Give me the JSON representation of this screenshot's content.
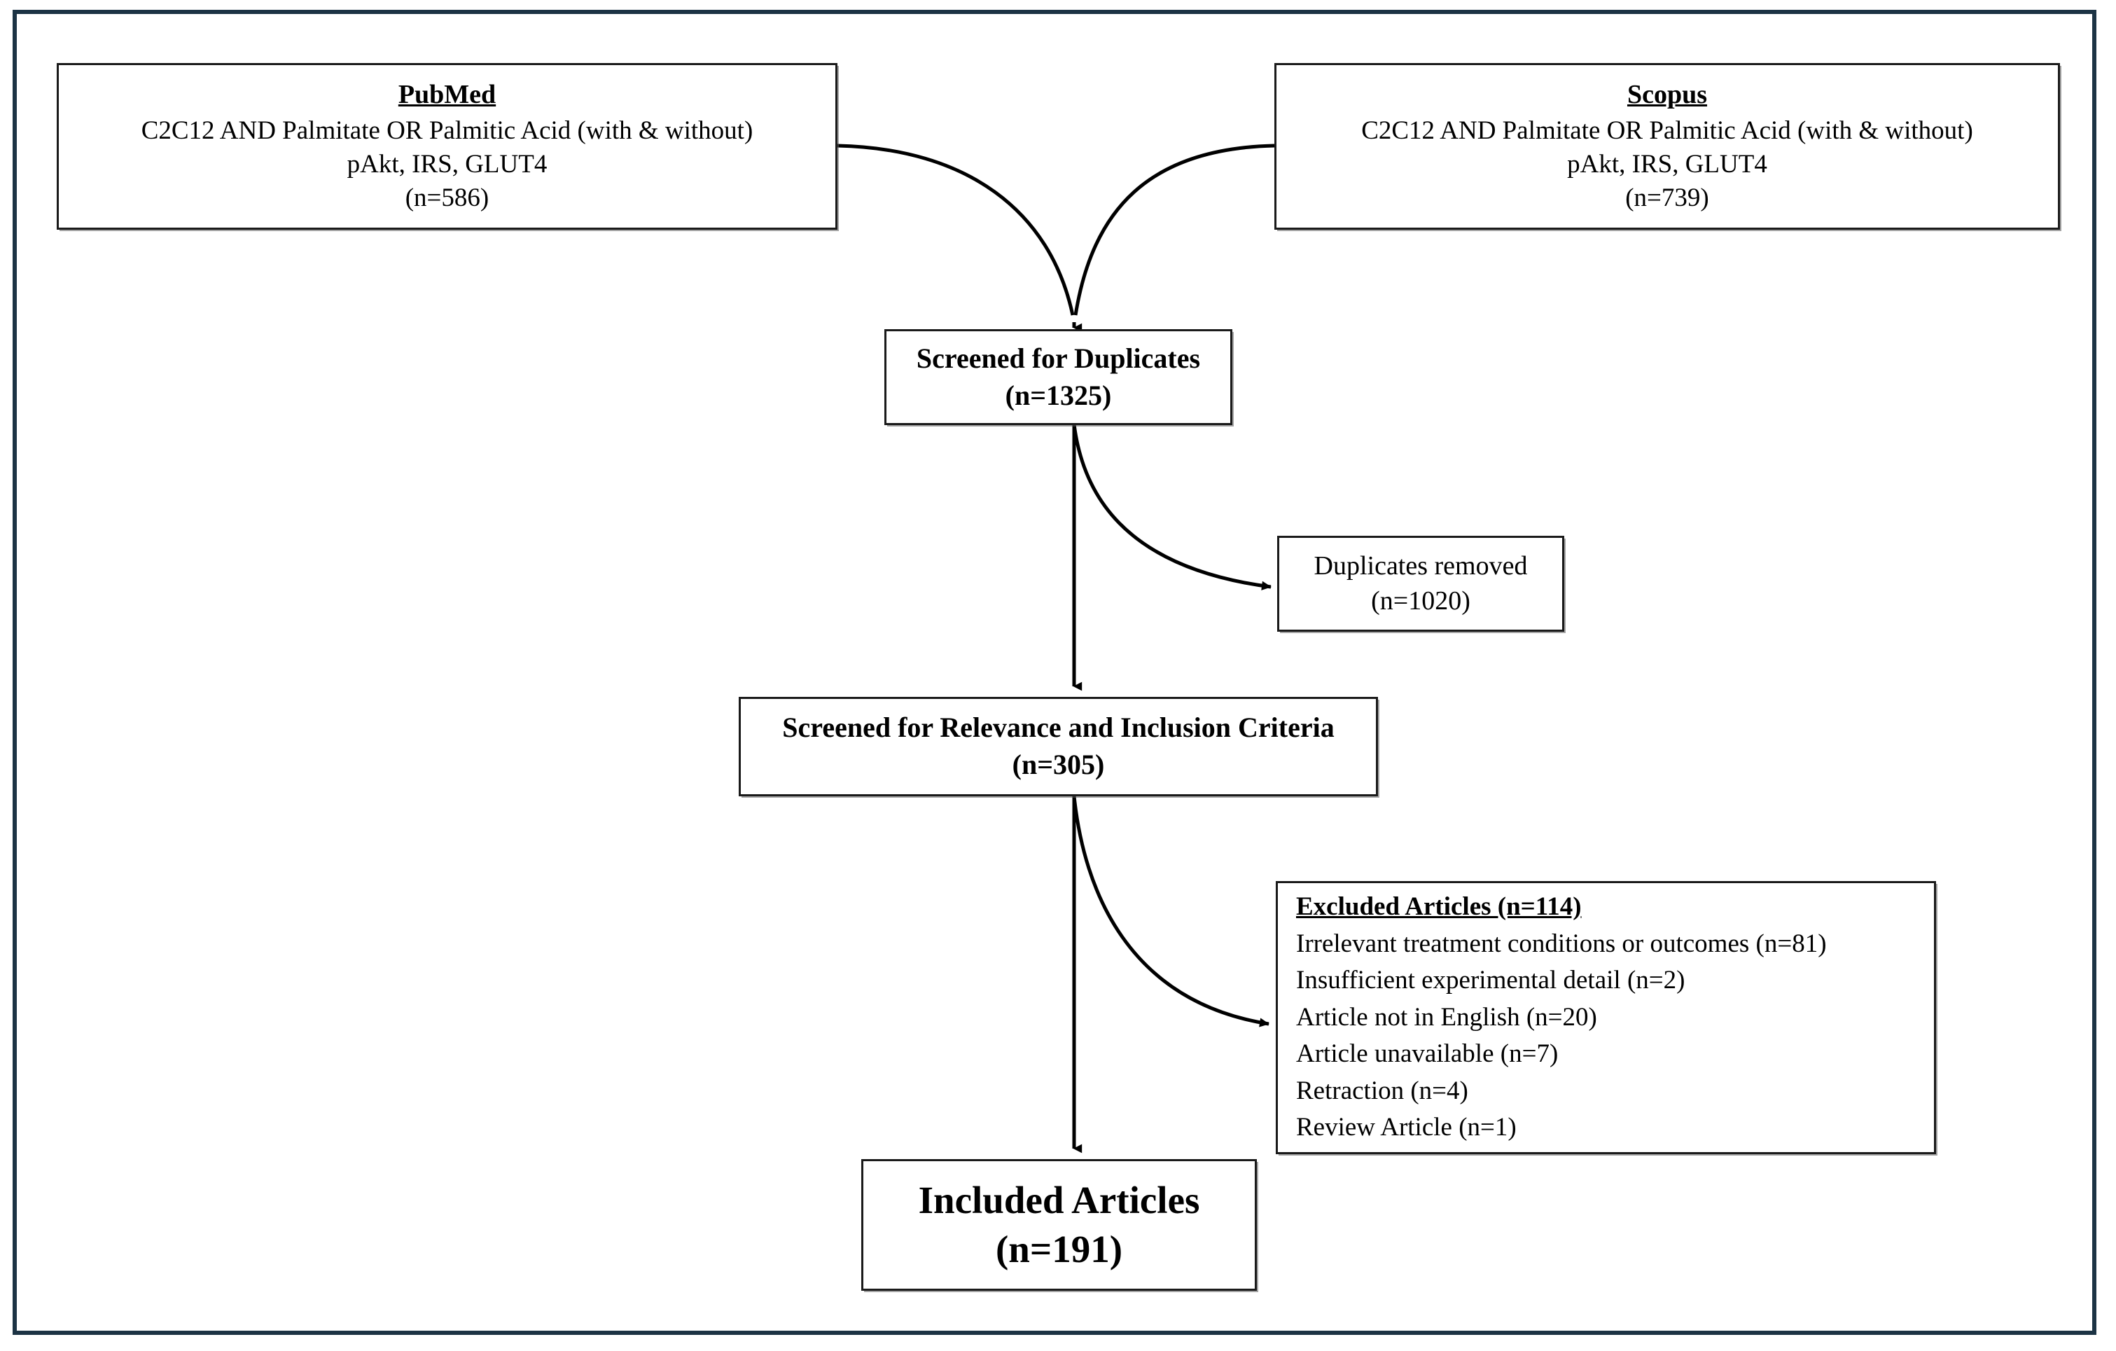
{
  "figure": {
    "type": "prisma-flow-diagram",
    "frame_color": "#1c3344",
    "box_border_color": "#1a1a1a",
    "background": "#ffffff"
  },
  "sources": {
    "pubmed": {
      "title": "PubMed",
      "query_line1": "C2C12 AND Palmitate OR Palmitic Acid (with & without)",
      "query_line2": "pAkt, IRS, GLUT4",
      "count": "(n=586)"
    },
    "scopus": {
      "title": "Scopus",
      "query_line1": "C2C12 AND Palmitate OR Palmitic Acid (with & without)",
      "query_line2": "pAkt, IRS, GLUT4",
      "count": "(n=739)"
    }
  },
  "stages": {
    "duplicates_screen": {
      "label": "Screened for Duplicates",
      "count": "(n=1325)"
    },
    "duplicates_removed": {
      "label": "Duplicates removed",
      "count": "(n=1020)"
    },
    "relevance_screen": {
      "label": "Screened for Relevance and Inclusion Criteria",
      "count": "(n=305)"
    },
    "excluded": {
      "heading": "Excluded Articles (n=114)",
      "reasons": [
        "Irrelevant treatment conditions or outcomes (n=81)",
        "Insufficient experimental detail (n=2)",
        "Article not in English (n=20)",
        "Article unavailable (n=7)",
        "Retraction (n=4)",
        "Review Article (n=1)"
      ]
    },
    "included": {
      "label": "Included Articles",
      "count": "(n=191)"
    }
  },
  "chart_data": {
    "type": "diagram",
    "title": "PRISMA study selection flow",
    "nodes": [
      {
        "id": "pubmed",
        "label": "PubMed",
        "n": 586
      },
      {
        "id": "scopus",
        "label": "Scopus",
        "n": 739
      },
      {
        "id": "duplicates_screen",
        "label": "Screened for Duplicates",
        "n": 1325
      },
      {
        "id": "duplicates_removed",
        "label": "Duplicates removed",
        "n": 1020
      },
      {
        "id": "relevance_screen",
        "label": "Screened for Relevance and Inclusion Criteria",
        "n": 305
      },
      {
        "id": "excluded",
        "label": "Excluded Articles",
        "n": 114
      },
      {
        "id": "included",
        "label": "Included Articles",
        "n": 191
      }
    ],
    "edges": [
      {
        "from": "pubmed",
        "to": "duplicates_screen",
        "style": "curved"
      },
      {
        "from": "scopus",
        "to": "duplicates_screen",
        "style": "curved"
      },
      {
        "from": "duplicates_screen",
        "to": "duplicates_removed",
        "style": "curved"
      },
      {
        "from": "duplicates_screen",
        "to": "relevance_screen",
        "style": "straight"
      },
      {
        "from": "relevance_screen",
        "to": "excluded",
        "style": "curved"
      },
      {
        "from": "relevance_screen",
        "to": "included",
        "style": "straight"
      }
    ],
    "exclusion_breakdown": {
      "Irrelevant treatment conditions or outcomes": 81,
      "Insufficient experimental detail": 2,
      "Article not in English": 20,
      "Article unavailable": 7,
      "Retraction": 4,
      "Review Article": 1
    }
  }
}
